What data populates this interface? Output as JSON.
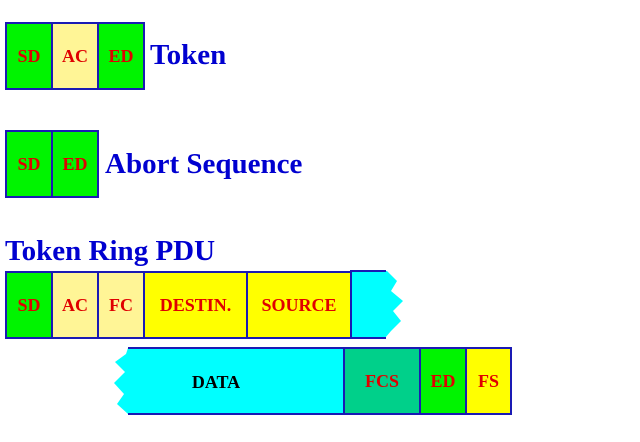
{
  "token_frame": {
    "title": "Token",
    "fields": [
      "SD",
      "AC",
      "ED"
    ]
  },
  "abort_frame": {
    "title": "Abort Sequence",
    "fields": [
      "SD",
      "ED"
    ]
  },
  "pdu_frame": {
    "title": "Token Ring PDU",
    "header_fields": [
      "SD",
      "AC",
      "FC",
      "DESTIN.",
      "SOURCE"
    ],
    "trailer_fields": [
      "DATA",
      "FCS",
      "ED",
      "FS"
    ]
  },
  "colors": {
    "green": "#00f400",
    "pale_yellow": "#fff596",
    "yellow": "#ffff00",
    "cyan": "#00ffff",
    "teal": "#00d08a",
    "border": "#1a1ab4",
    "field_text": "#e00000",
    "heading_text": "#0000d0"
  }
}
